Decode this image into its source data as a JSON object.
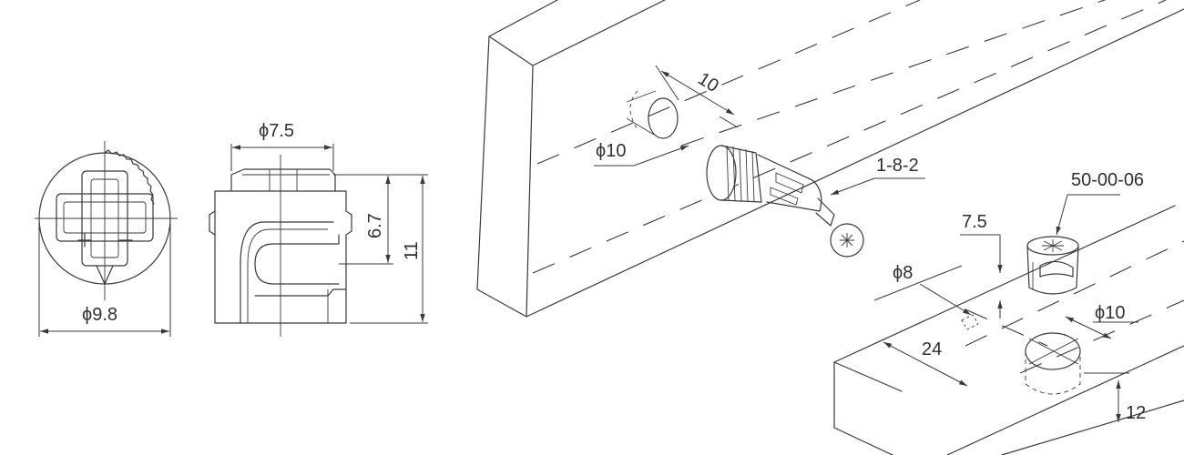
{
  "labels": {
    "front_diameter": "ϕ9.8",
    "side_diameter": "ϕ7.5",
    "side_height_inner": "6.7",
    "side_height_total": "11",
    "bolt_hole_depth": "10",
    "bolt_hole_diameter": "ϕ10",
    "bolt_part_code": "1-8-2",
    "cam_part_code": "50-00-06",
    "edge_offset": "7.5",
    "pin_hole_diameter": "ϕ8",
    "bore_spacing": "24",
    "cam_bore_diameter": "ϕ10",
    "cam_bore_depth": "12"
  },
  "colors": {
    "line": "#3a3a3a",
    "text": "#2f2f2f",
    "background": "#ffffff"
  }
}
